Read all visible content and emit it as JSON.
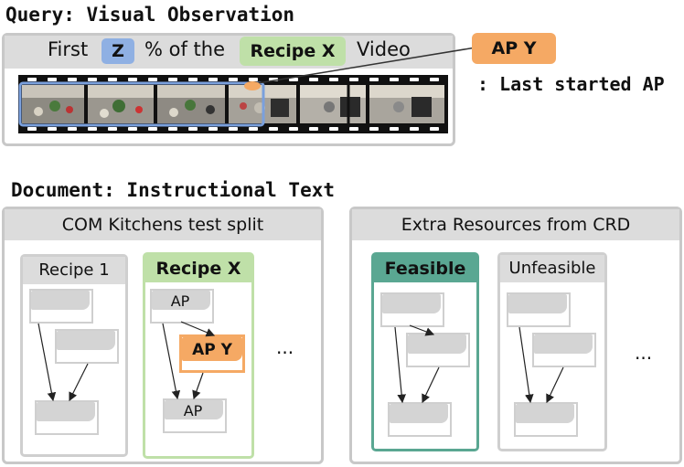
{
  "query": {
    "heading": "Query: Visual Observation",
    "caption_first": "First",
    "caption_z": "Z",
    "caption_pct": "% of the",
    "caption_recipe": "Recipe X",
    "caption_video": "Video",
    "ap_label": "AP Y",
    "ap_note": ": Last started AP"
  },
  "document": {
    "heading": "Document: Instructional Text",
    "left_panel": {
      "title": "COM Kitchens test split",
      "cards": [
        {
          "title": "Recipe 1"
        },
        {
          "title": "Recipe X",
          "node_top": "AP",
          "node_mid": "AP Y",
          "node_bottom": "AP"
        }
      ],
      "ellipsis": "..."
    },
    "right_panel": {
      "title": "Extra Resources from CRD",
      "cards": [
        {
          "title": "Feasible"
        },
        {
          "title": "Unfeasible"
        }
      ],
      "ellipsis": "..."
    }
  },
  "colors": {
    "z_blue": "#8fb0e3",
    "recipe_green": "#bfe0a8",
    "ap_orange": "#f5a964",
    "feasible_teal": "#5aa792",
    "panel_gray": "#c8c8c8"
  }
}
